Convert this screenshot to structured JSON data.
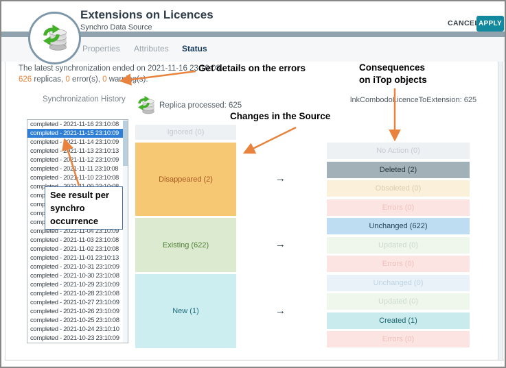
{
  "header": {
    "title": "Extensions on Licences",
    "subtitle": "Synchro Data Source",
    "cancel_label": "CANCEL",
    "apply_label": "APPLY"
  },
  "tabs": [
    {
      "label": "Properties",
      "active": false
    },
    {
      "label": "Attributes",
      "active": false
    },
    {
      "label": "Status",
      "active": true
    }
  ],
  "summary": {
    "line1": "The latest synchronization ended on 2021-11-16 23:10:08.",
    "replicas": "626",
    "seg_replicas": " replicas, ",
    "errors": "0",
    "seg_errors": " error(s), ",
    "warnings": "0",
    "seg_warnings": " warning(s)."
  },
  "labels": {
    "history": "Synchronization History",
    "replica_processed": "Replica processed: 625",
    "link_class": "lnkCombodoLicenceToExtension: 625"
  },
  "history": {
    "selected_index": 1,
    "items": [
      "completed - 2021-11-16 23:10:08",
      "completed - 2021-11-15 23:10:09",
      "completed - 2021-11-14 23:10:09",
      "completed - 2021-11-13 23:10:13",
      "completed - 2021-11-12 23:10:09",
      "completed - 2021-11-11 23:10:08",
      "completed - 2021-11-10 23:10:08",
      "completed - 2021-11-09 23:10:08",
      "completed - 2021-11-08 23:10:09",
      "completed - 2021-11-07 23:10:08",
      "completed - 2021-11-06 23:10:09",
      "completed - 2021-11-05 23:10:08",
      "completed - 2021-11-04 23:10:09",
      "completed - 2021-11-03 23:10:08",
      "completed - 2021-11-02 23:10:08",
      "completed - 2021-11-01 23:10:13",
      "completed - 2021-10-31 23:10:09",
      "completed - 2021-10-30 23:10:08",
      "completed - 2021-10-29 23:10:09",
      "completed - 2021-10-28 23:10:08",
      "completed - 2021-10-27 23:10:09",
      "completed - 2021-10-26 23:10:09",
      "completed - 2021-10-25 23:10:08",
      "completed - 2021-10-24 23:10:10",
      "completed - 2021-10-23 23:10:09"
    ]
  },
  "source_boxes": [
    {
      "label": "Ignored (0)",
      "bg": "#edf1f3",
      "text": "#c3cad0"
    },
    {
      "label": "Disappeared (2)",
      "bg": "#f7c873",
      "text": "#a2571f"
    },
    {
      "label": "Existing (622)",
      "bg": "#dcebcf",
      "text": "#507f38"
    },
    {
      "label": "New (1)",
      "bg": "#cdeef1",
      "text": "#1e6f7c"
    }
  ],
  "target_boxes": [
    {
      "label": "No Action (0)",
      "bg": "#edf1f4",
      "text": "#c4cbd2"
    },
    {
      "label": "Deleted (2)",
      "bg": "#a2b0b8",
      "text": "#273840"
    },
    {
      "label": "Obsoleted (0)",
      "bg": "#fbf0d9",
      "text": "#d8cdb0"
    },
    {
      "label": "Errors (0)",
      "bg": "#fce4e2",
      "text": "#efc0bb"
    },
    {
      "label": "Unchanged (622)",
      "bg": "#bedcf2",
      "text": "#1e3e53"
    },
    {
      "label": "Updated (0)",
      "bg": "#eff7ed",
      "text": "#ccd9c9"
    },
    {
      "label": "Errors (0)",
      "bg": "#fce4e2",
      "text": "#efc0bb"
    },
    {
      "label": "Unchanged (0)",
      "bg": "#e9f2f9",
      "text": "#bed3e3"
    },
    {
      "label": "Updated (0)",
      "bg": "#eff7ed",
      "text": "#ccd9c9"
    },
    {
      "label": "Created (1)",
      "bg": "#c9ebee",
      "text": "#186470"
    },
    {
      "label": "Errors (0)",
      "bg": "#fce4e2",
      "text": "#efc0bb"
    }
  ],
  "flow_arrow": "→",
  "annotations": {
    "errors": "Get details on the errors",
    "consequences_line1": "Consequences",
    "consequences_line2": "on iTop objects",
    "changes": "Changes in the Source",
    "see_result_lines": [
      "See result per",
      "synchro",
      "occurrence"
    ]
  },
  "colors": {
    "accent_teal": "#12899e",
    "annotation_arrow_orange": "#e8823c",
    "selection_blue": "#2f7fd6",
    "header_bar": "#8fa2ae",
    "active_tab": "#163a5c"
  }
}
